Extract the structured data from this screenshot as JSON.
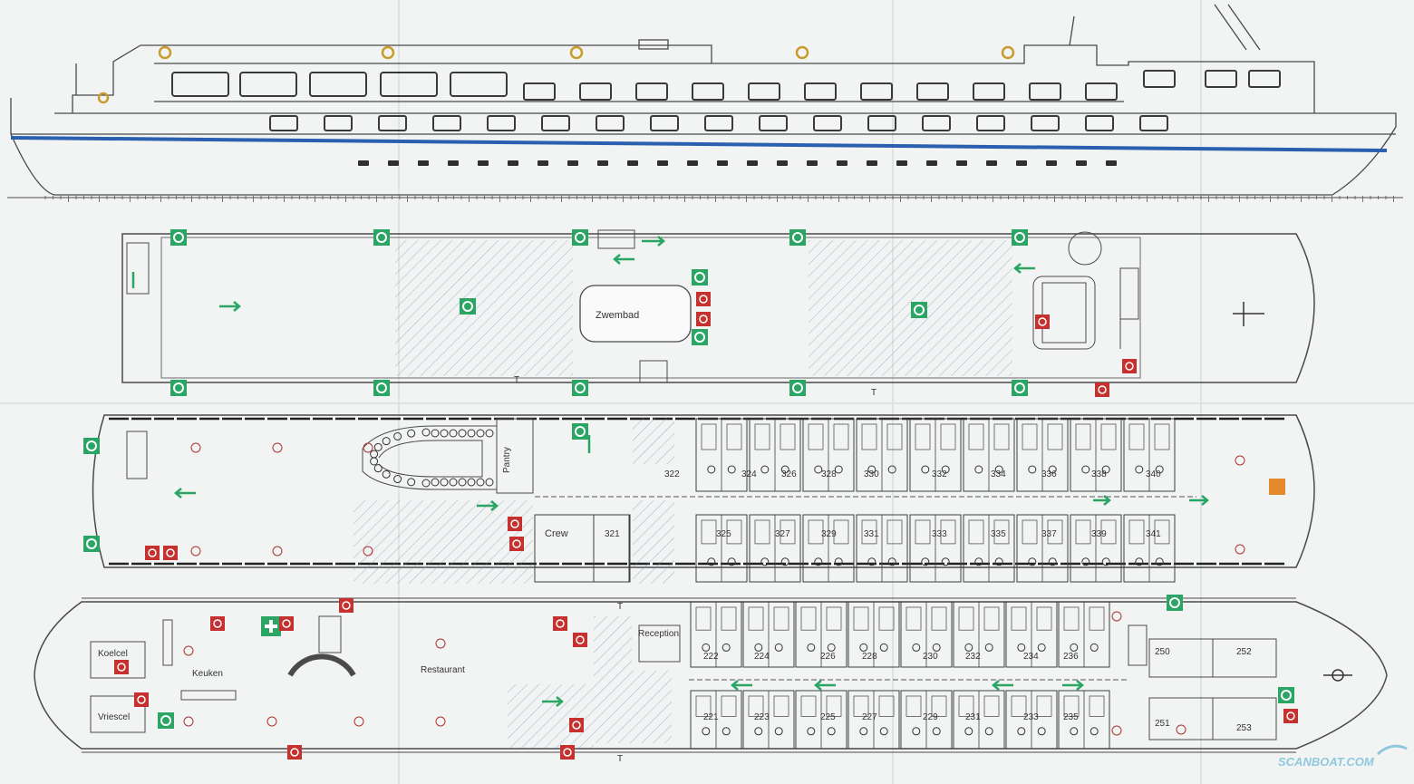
{
  "colors": {
    "background": "#f2f4f3",
    "line": "#4a4a4a",
    "hull_stripe": "#2b5fb0",
    "safety_green": "#2aa564",
    "fire_red": "#c4312e",
    "hatch_blue": "#7d8fb8",
    "watermark": "#8fc8e0"
  },
  "sun_deck": {
    "labels": {
      "pool": "Zwembad"
    },
    "markers": {
      "toilet": "T"
    }
  },
  "upper_deck": {
    "labels": {
      "pantry": "Pantry",
      "crew": "Crew"
    },
    "cabins_top": [
      "322",
      "324",
      "326",
      "328",
      "330",
      "332",
      "334",
      "336",
      "338",
      "340"
    ],
    "cabins_bottom": [
      "321",
      "325",
      "327",
      "329",
      "331",
      "333",
      "335",
      "337",
      "339",
      "341"
    ]
  },
  "main_deck": {
    "labels": {
      "cold_room": "Koelcel",
      "freezer": "Vriescel",
      "kitchen": "Keuken",
      "restaurant": "Restaurant",
      "reception": "Reception"
    },
    "markers": {
      "toilet": "T"
    },
    "cabins_top": [
      "222",
      "224",
      "226",
      "228",
      "230",
      "232",
      "234",
      "236"
    ],
    "cabins_bottom": [
      "221",
      "223",
      "225",
      "227",
      "229",
      "231",
      "233",
      "235"
    ],
    "cabins_bow": [
      "250",
      "252",
      "251",
      "253"
    ]
  },
  "watermark": {
    "text": "SCANBOAT.COM"
  }
}
